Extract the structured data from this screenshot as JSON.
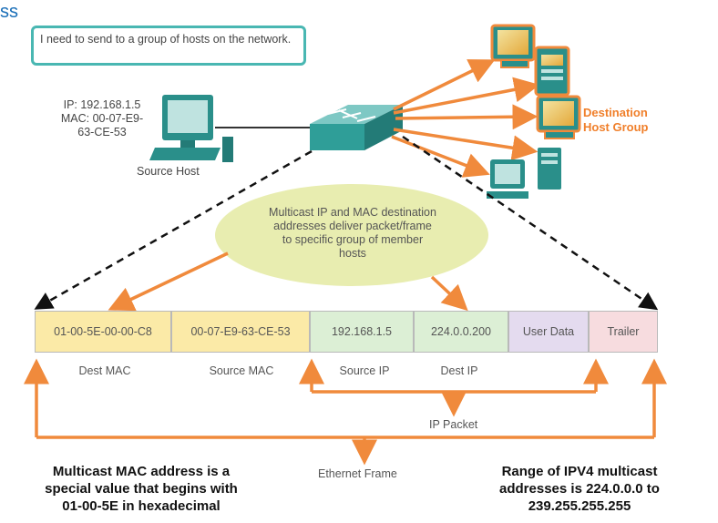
{
  "corner_fragment": "ss",
  "speech_bubble": "I need to send to a group of hosts on the network.",
  "source_host": {
    "ip_line": "IP: 192.168.1.5",
    "mac_line1": "MAC: 00-07-E9-",
    "mac_line2": "63-CE-53",
    "label": "Source Host"
  },
  "destination_group": {
    "line1": "Destination",
    "line2": "Host Group"
  },
  "callout": {
    "line1": "Multicast IP and MAC destination",
    "line2": "addresses deliver packet/frame",
    "line3": "to specific group of member",
    "line4": "hosts"
  },
  "frame_fields": [
    {
      "value": "01-00-5E-00-00-C8",
      "label": "Dest MAC",
      "color": "#fbeaa7"
    },
    {
      "value": "00-07-E9-63-CE-53",
      "label": "Source MAC",
      "color": "#fbeaa7"
    },
    {
      "value": "192.168.1.5",
      "label": "Source IP",
      "color": "#dcefd5"
    },
    {
      "value": "224.0.0.200",
      "label": "Dest IP",
      "color": "#dcefd5"
    },
    {
      "value": "User Data",
      "label": "",
      "color": "#e4dbef"
    },
    {
      "value": "Trailer",
      "label": "",
      "color": "#f7dcdf"
    }
  ],
  "ip_packet_label": "IP Packet",
  "ethernet_frame_label": "Ethernet Frame",
  "left_note": {
    "line1": "Multicast MAC address is a",
    "line2": "special value that begins with",
    "line3": "01-00-5E in hexadecimal"
  },
  "right_note": {
    "line1": "Range of IPV4 multicast",
    "line2": "addresses is 224.0.0.0 to",
    "line3": "239.255.255.255"
  },
  "colors": {
    "arrow": "#f08a3c",
    "switch": "#2f9e98",
    "computer": "#2a8f8a",
    "ellipse": "#e8edb0",
    "bubble_border": "#49b7b2"
  }
}
